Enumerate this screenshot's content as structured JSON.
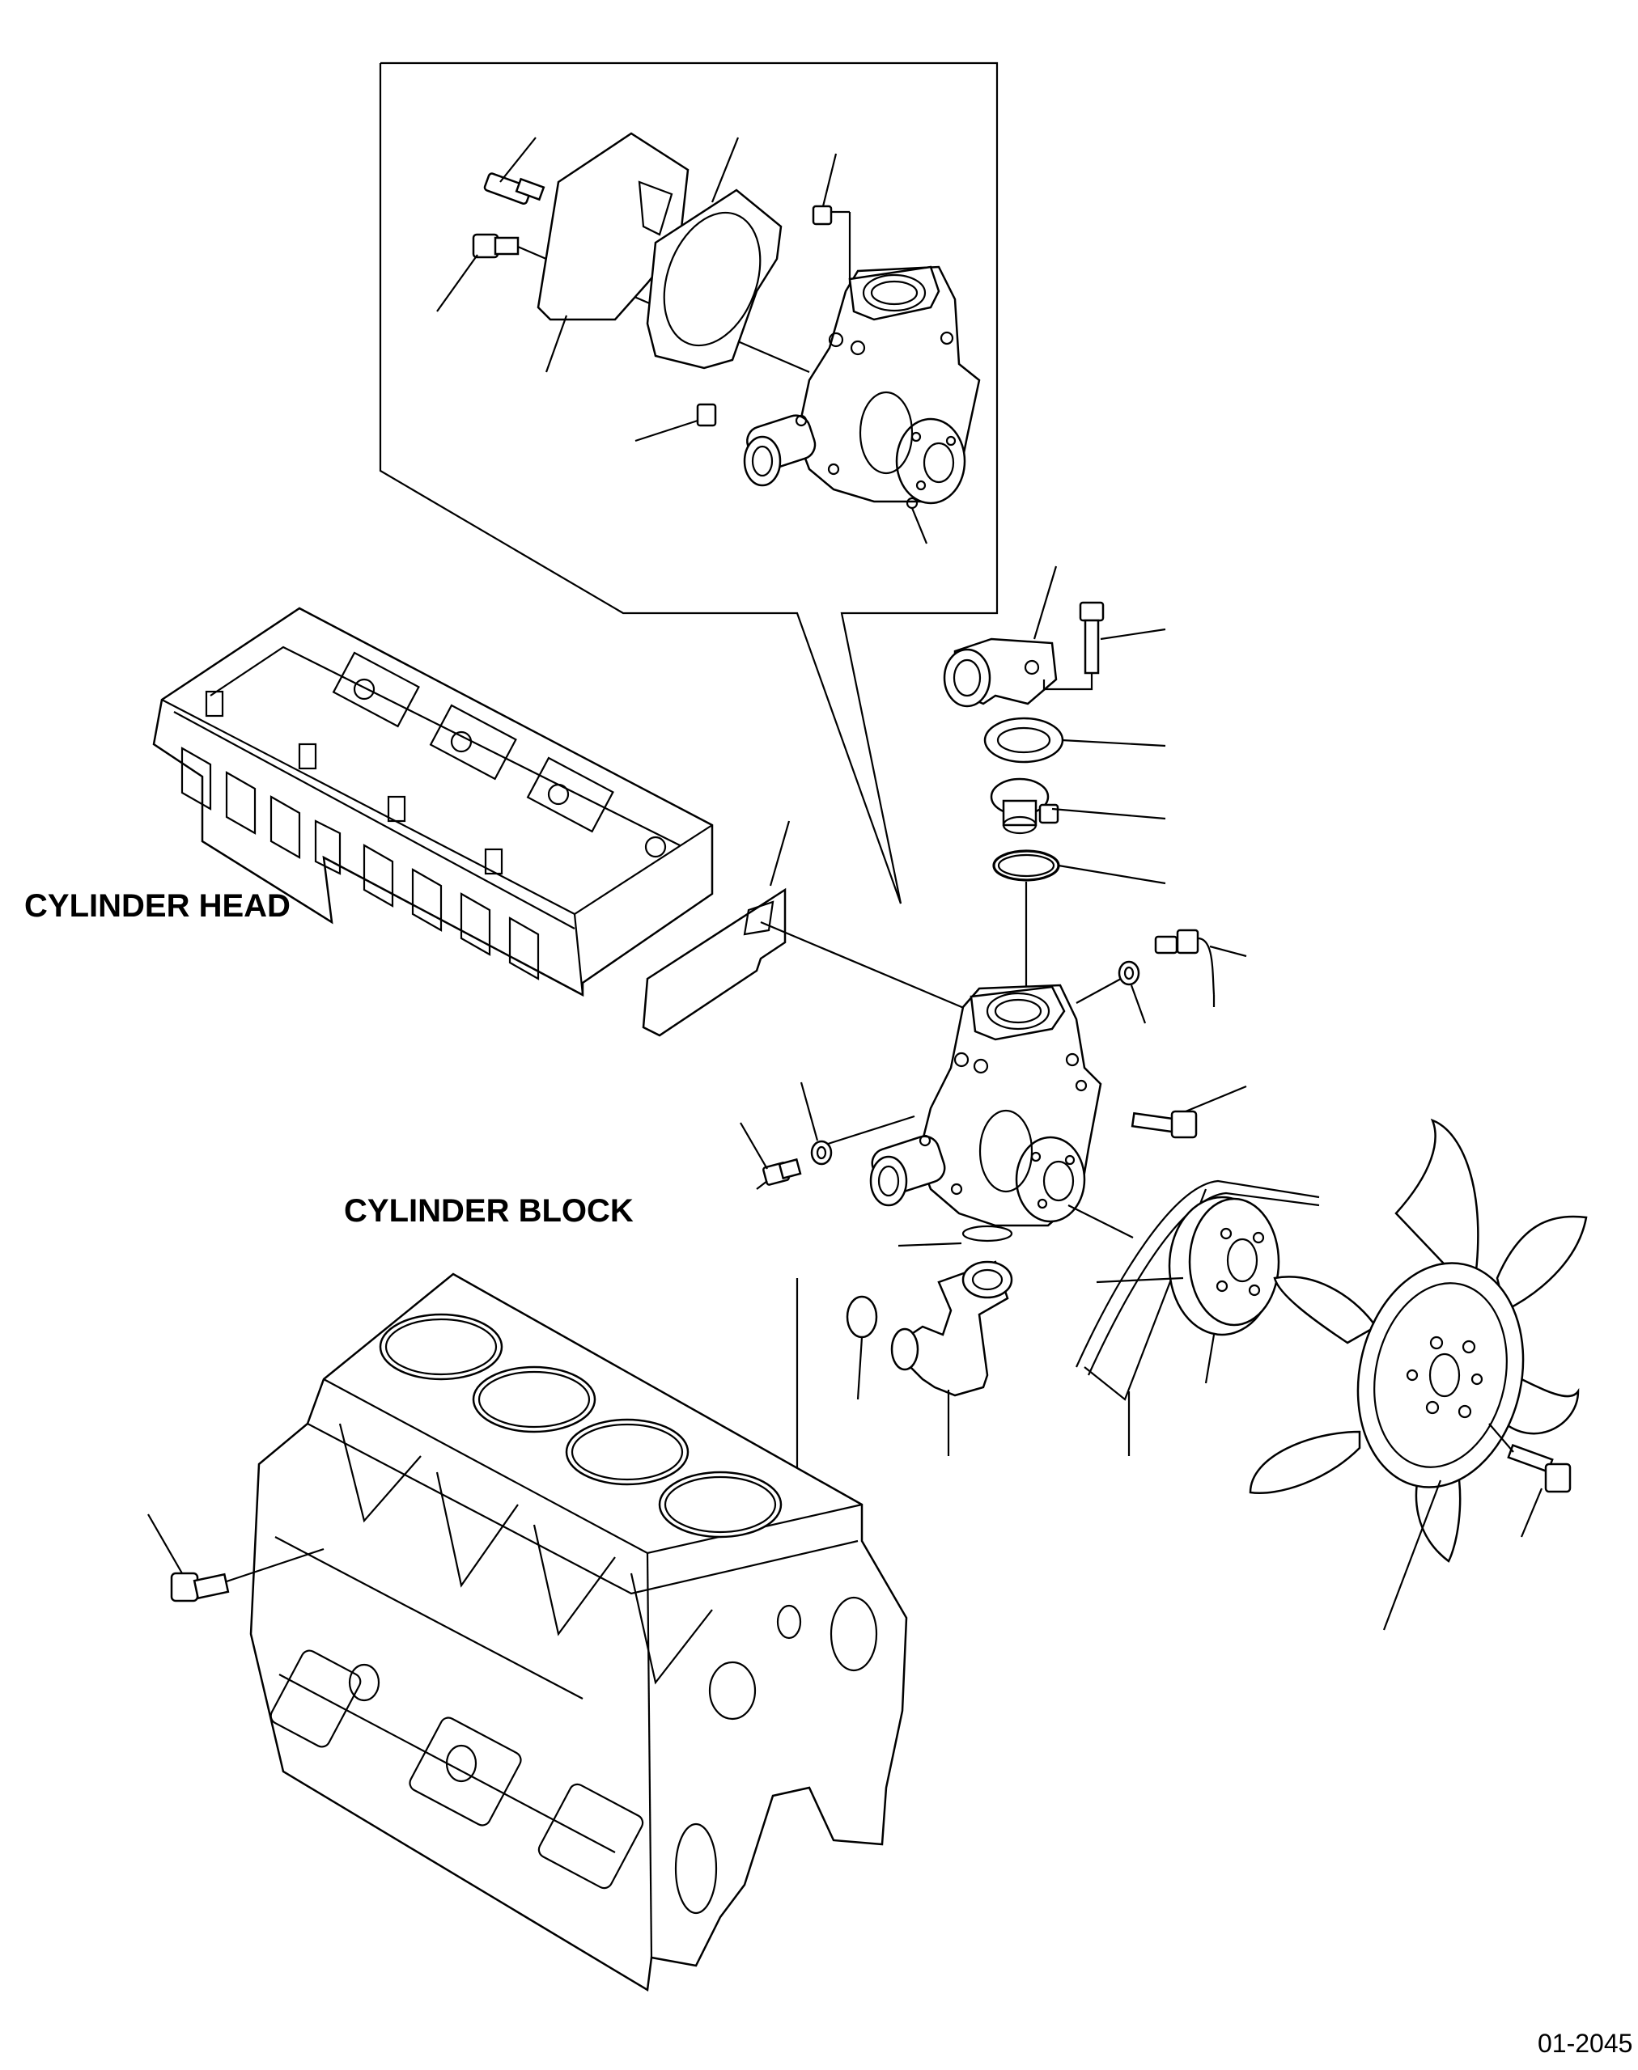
{
  "labels": {
    "cylinder_head": "CYLINDER HEAD",
    "cylinder_block": "CYLINDER BLOCK",
    "drawing_number": "01-2045"
  },
  "colors": {
    "background": "#ffffff",
    "line": "#000000"
  }
}
